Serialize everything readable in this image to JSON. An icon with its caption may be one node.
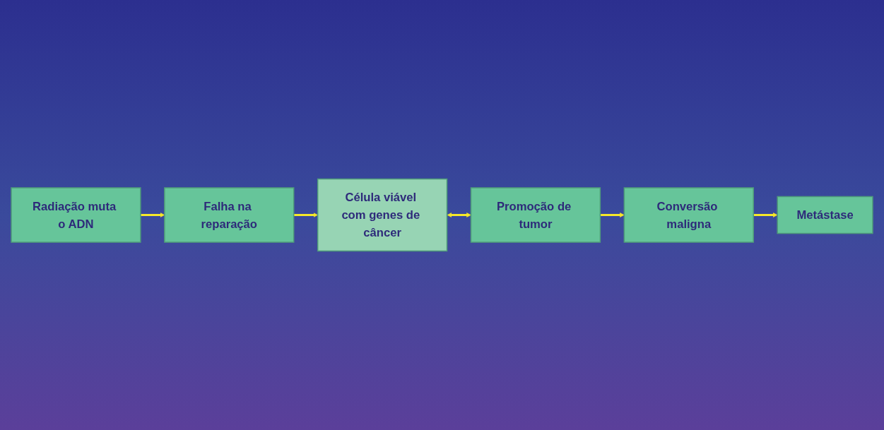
{
  "diagram": {
    "nodes": [
      {
        "text": [
          "Radiação muta o ADN"
        ]
      },
      {
        "text": [
          "Falha na reparação"
        ]
      },
      {
        "text": [
          "Célula viável com genes de câncer"
        ]
      },
      {
        "text": [
          "Promoção de tumor"
        ]
      },
      {
        "text": [
          "Conversão maligna"
        ]
      },
      {
        "text": [
          "Metástase"
        ]
      }
    ],
    "edges": [
      {
        "from": 0,
        "to": 1,
        "arrow": "to"
      },
      {
        "from": 1,
        "to": 2,
        "arrow": "to"
      },
      {
        "from": 2,
        "to": 3,
        "arrow": "both"
      },
      {
        "from": 3,
        "to": 4,
        "arrow": "to"
      },
      {
        "from": 4,
        "to": 5,
        "arrow": "to"
      }
    ]
  }
}
